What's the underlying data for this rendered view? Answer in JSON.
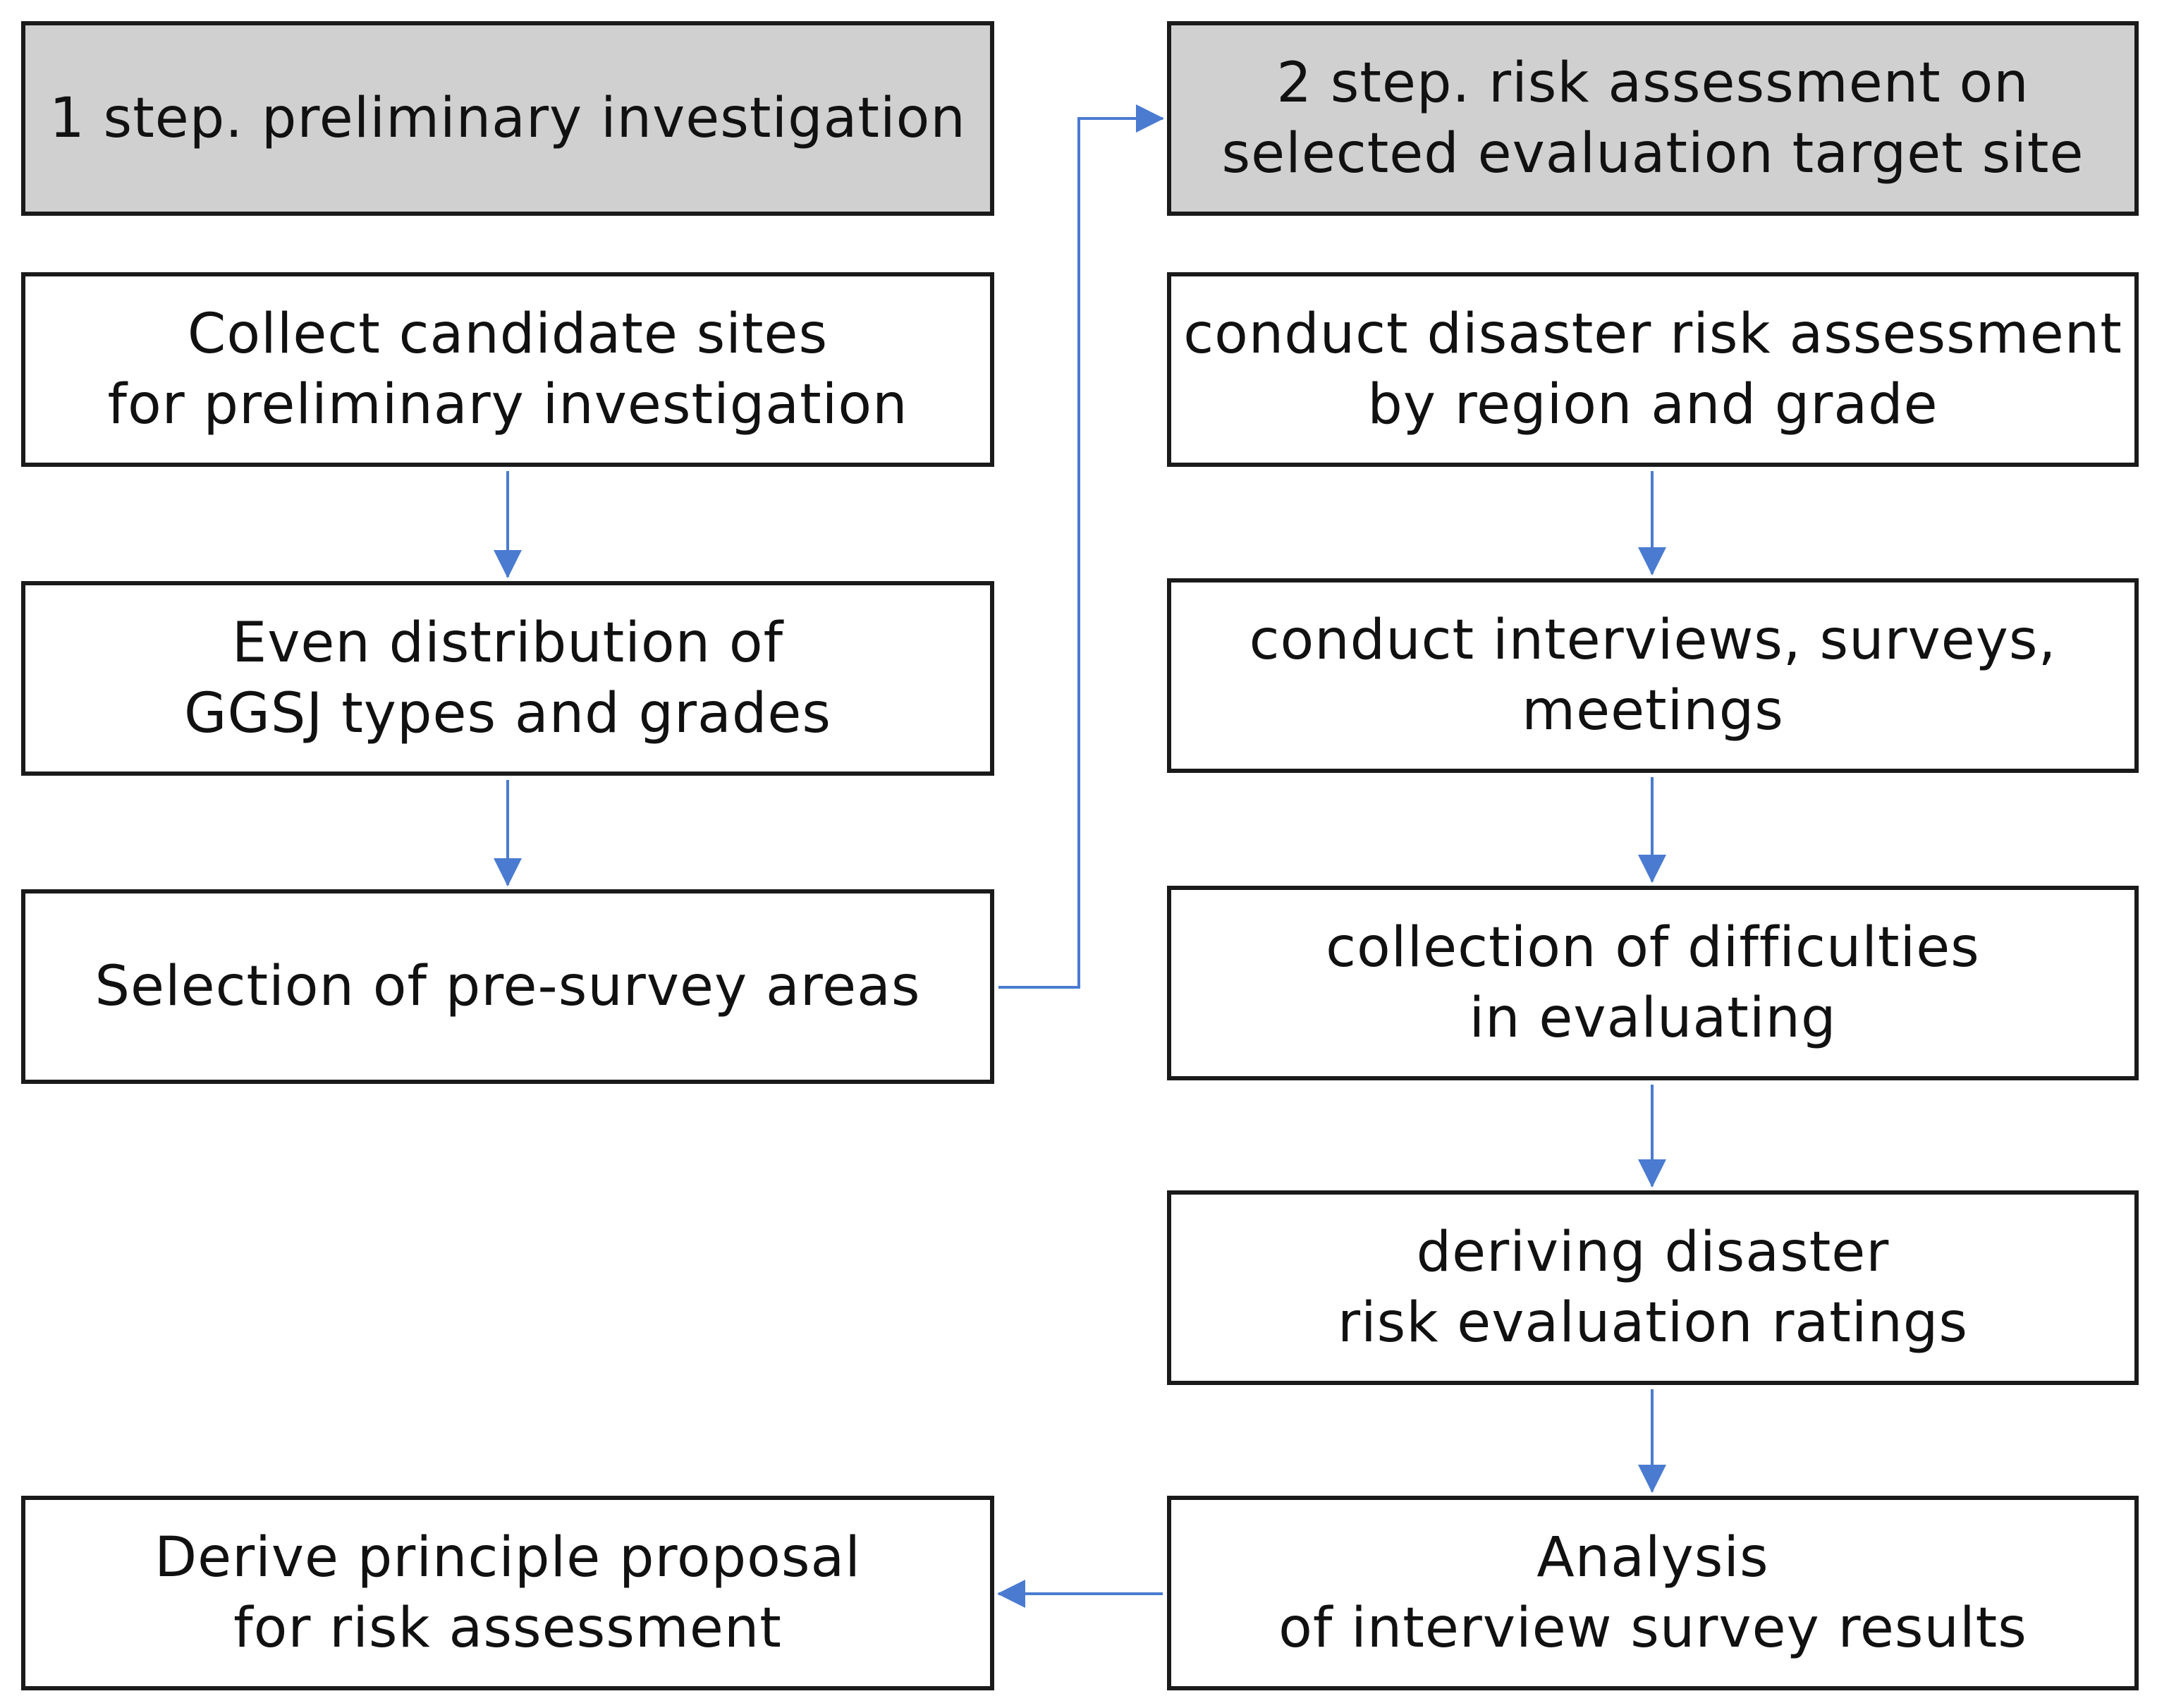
{
  "colors": {
    "header_fill": "#d0d0d0",
    "box_border": "#1a1a1a",
    "arrow": "#4a7bd0"
  },
  "step1": {
    "header": [
      "1 step. preliminary investigation"
    ],
    "boxes": [
      [
        "Collect candidate sites",
        "for preliminary investigation"
      ],
      [
        "Even distribution of",
        "GGSJ types and grades"
      ],
      [
        "Selection of pre-survey areas"
      ]
    ]
  },
  "step2": {
    "header": [
      "2 step. risk assessment on",
      "selected evaluation target site"
    ],
    "boxes": [
      [
        "conduct disaster risk assessment",
        "by region and grade"
      ],
      [
        "conduct interviews, surveys,",
        "meetings"
      ],
      [
        "collection of difficulties",
        "in evaluating"
      ],
      [
        "deriving disaster",
        "risk evaluation ratings"
      ],
      [
        "Analysis",
        "of interview survey results"
      ]
    ]
  },
  "outcome": {
    "box": [
      "Derive principle proposal",
      "for risk assessment"
    ]
  }
}
